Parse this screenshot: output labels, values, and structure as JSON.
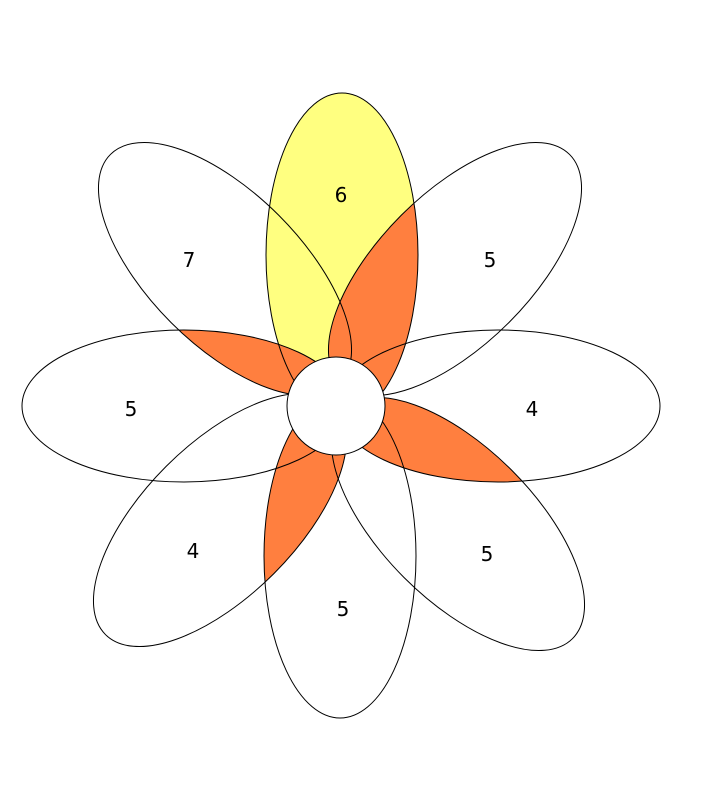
{
  "colors": {
    "background": "#ffffff",
    "outline": "#000000",
    "highlight_petal": "#ffff80",
    "overlap_fill": "#ff7f3f"
  },
  "petals": [
    {
      "id": "top",
      "label": "6",
      "highlighted": true
    },
    {
      "id": "upper-right",
      "label": "5",
      "highlighted": false
    },
    {
      "id": "right",
      "label": "4",
      "highlighted": false
    },
    {
      "id": "lower-right",
      "label": "5",
      "highlighted": false
    },
    {
      "id": "bottom",
      "label": "5",
      "highlighted": false
    },
    {
      "id": "lower-left",
      "label": "4",
      "highlighted": false
    },
    {
      "id": "left",
      "label": "5",
      "highlighted": false
    },
    {
      "id": "upper-left",
      "label": "7",
      "highlighted": false
    }
  ]
}
